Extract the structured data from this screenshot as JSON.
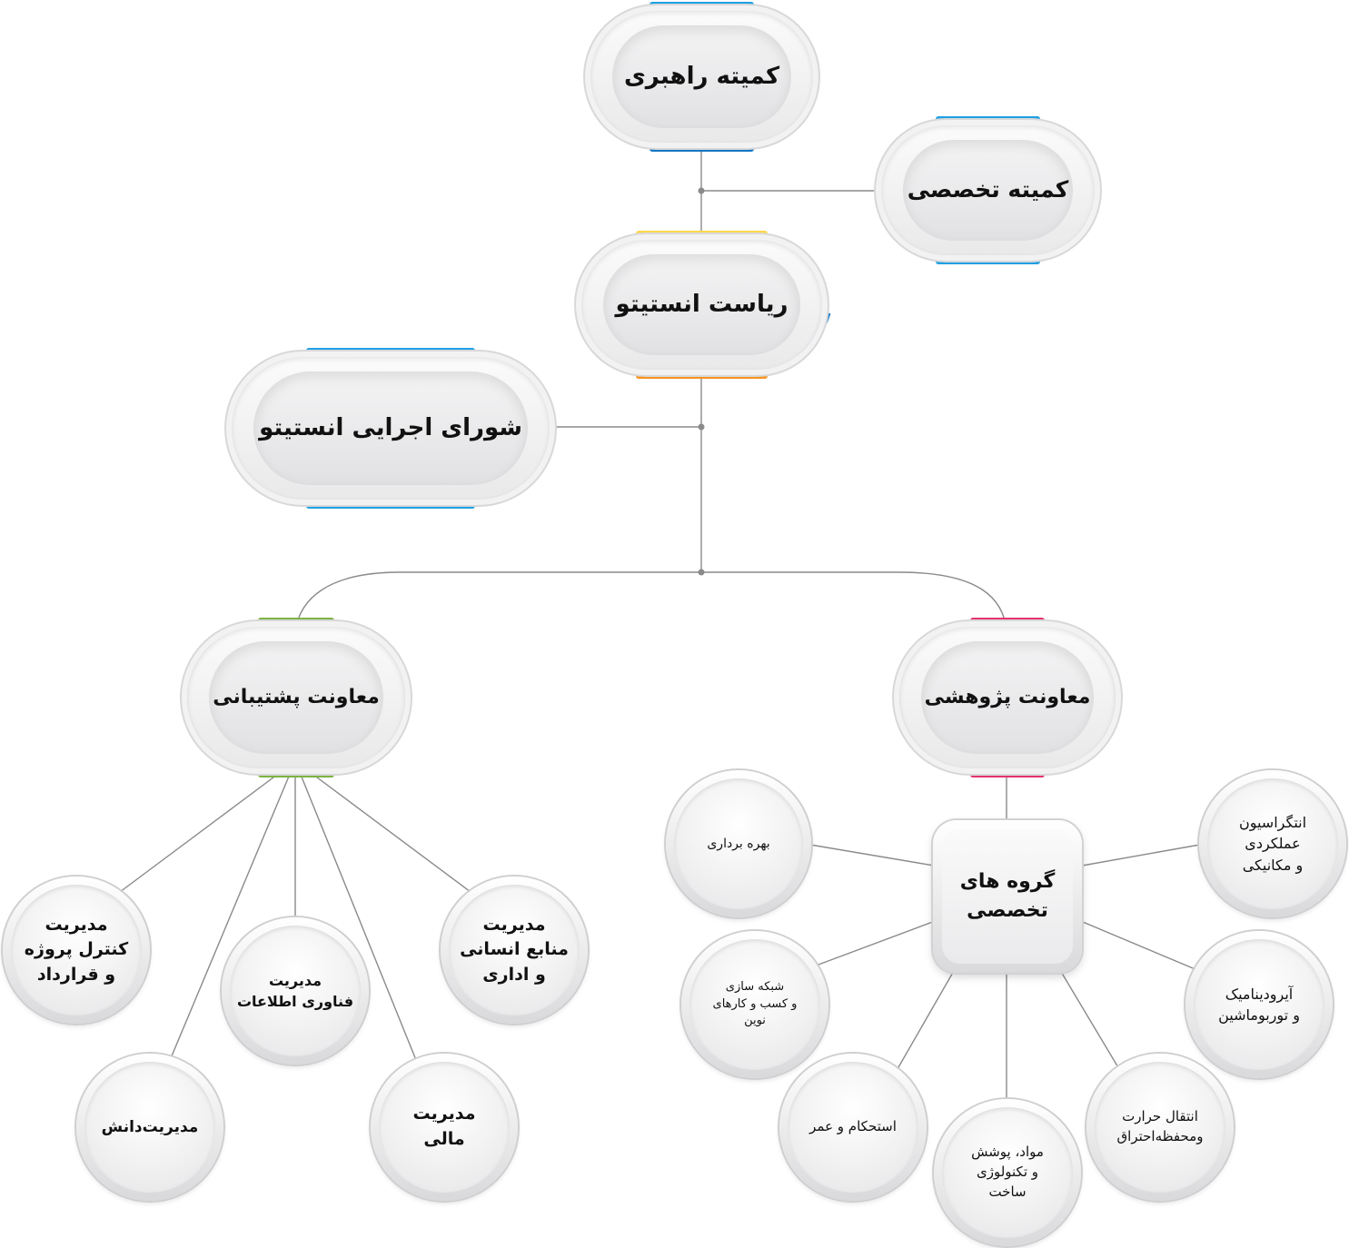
{
  "colors": {
    "blue": "#1ea0e3",
    "blue_dark": "#1276c4",
    "yellow": "#fdd84c",
    "orange": "#f7941d",
    "green": "#7cb342",
    "pink": "#e3336f",
    "slate": "#7b90c8",
    "line": "#8a8a8a"
  },
  "nodes": {
    "steering": "کمیته راهبری",
    "specialist_committee": "کمیته تخصصی",
    "presidency": "ریاست انستیتو",
    "executive_council": "شورای اجرایی انستیتو",
    "support_deputy": "معاونت پشتیبانی",
    "research_deputy": "معاونت پژوهشی",
    "specialized_groups": "گروه های\nتخصصی"
  },
  "support_units": [
    "مدیریت\nکنترل پروژه\nو قرارداد",
    "مدیریت\nفناوری اطلاعات",
    "مدیریت\nمنابع انسانی\nو اداری",
    "مدیریت‌دانش",
    "مدیریت\nمالی"
  ],
  "research_groups": [
    "بهره برداری",
    "انتگراسیون\nعملکردی\nو مکانیکی",
    "شبکه سازی\nو کسب و کارهای\nنوین",
    "آیرودینامیک\nو توربوماشین",
    "استحکام و عمر",
    "مواد، پوشش\nو تکنولوژی\nساخت",
    "انتقال حرارت\nومحفظه‌احتراق"
  ]
}
